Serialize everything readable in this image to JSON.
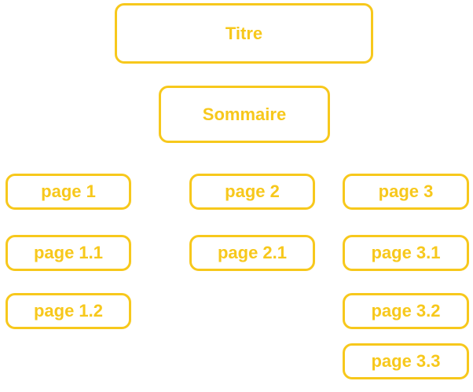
{
  "diagram": {
    "title": "Titre",
    "summary": "Sommaire",
    "columns": [
      {
        "page": "page 1",
        "children": [
          "page 1.1",
          "page 1.2"
        ]
      },
      {
        "page": "page 2",
        "children": [
          "page 2.1"
        ]
      },
      {
        "page": "page 3",
        "children": [
          "page 3.1",
          "page 3.2",
          "page 3.3"
        ]
      }
    ]
  },
  "colors": {
    "accent": "#f7c81c",
    "background": "#ffffff"
  }
}
